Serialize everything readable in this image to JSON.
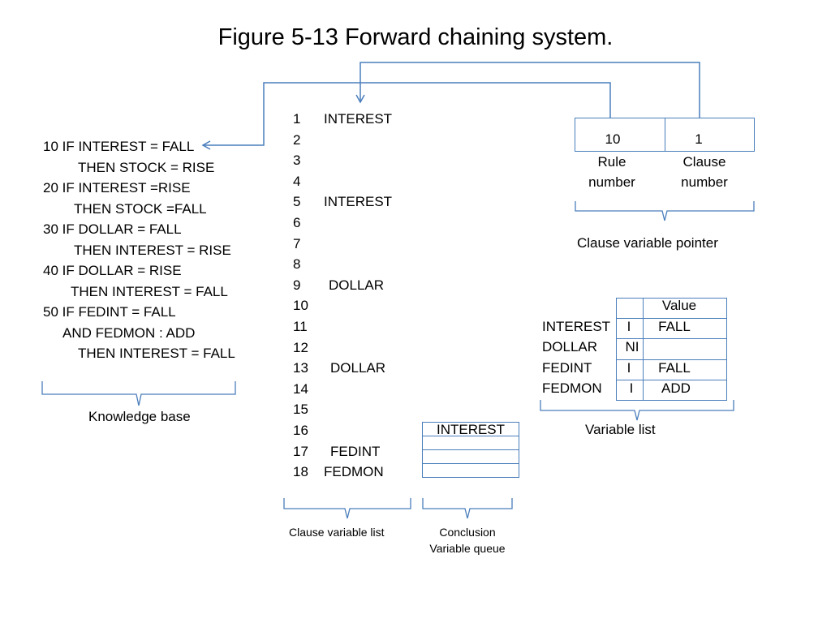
{
  "title": "Figure 5-13 Forward chaining system.",
  "knowledge_base": {
    "lines": [
      "10 IF INTEREST = FALL",
      "THEN STOCK = RISE",
      "20 IF INTEREST =RISE",
      "THEN STOCK =FALL",
      "30 IF DOLLAR = FALL",
      "THEN INTEREST = RISE",
      "40 IF DOLLAR = RISE",
      "THEN INTEREST = FALL",
      "50 IF FEDINT = FALL",
      "AND FEDMON : ADD",
      "THEN INTEREST = FALL"
    ],
    "label": "Knowledge base"
  },
  "clause_variable_list": {
    "rows": [
      {
        "n": "1",
        "v": "INTEREST"
      },
      {
        "n": "2",
        "v": ""
      },
      {
        "n": "3",
        "v": ""
      },
      {
        "n": "4",
        "v": ""
      },
      {
        "n": "5",
        "v": "INTEREST"
      },
      {
        "n": "6",
        "v": ""
      },
      {
        "n": "7",
        "v": ""
      },
      {
        "n": "8",
        "v": ""
      },
      {
        "n": "9",
        "v": "DOLLAR"
      },
      {
        "n": "10",
        "v": ""
      },
      {
        "n": "11",
        "v": ""
      },
      {
        "n": "12",
        "v": ""
      },
      {
        "n": "13",
        "v": "DOLLAR"
      },
      {
        "n": "14",
        "v": ""
      },
      {
        "n": "15",
        "v": ""
      },
      {
        "n": "16",
        "v": ""
      },
      {
        "n": "17",
        "v": "FEDINT"
      },
      {
        "n": "18",
        "v": "FEDMON"
      }
    ],
    "label": "Clause variable list"
  },
  "conclusion_queue": {
    "items": [
      "INTEREST",
      "",
      "",
      ""
    ],
    "label_line1": "Conclusion",
    "label_line2": "Variable queue"
  },
  "clause_variable_pointer": {
    "rule_number": "10",
    "clause_number": "1",
    "rule_label_1": "Rule",
    "rule_label_2": "number",
    "clause_label_1": "Clause",
    "clause_label_2": "number",
    "label": "Clause variable pointer"
  },
  "variable_list": {
    "header_value": "Value",
    "rows": [
      {
        "name": "INTEREST",
        "status": "I",
        "value": "FALL"
      },
      {
        "name": "DOLLAR",
        "status": "NI",
        "value": ""
      },
      {
        "name": "FEDINT",
        "status": "I",
        "value": "FALL"
      },
      {
        "name": "FEDMON",
        "status": "I",
        "value": "ADD"
      }
    ],
    "label": "Variable list"
  },
  "colors": {
    "line": "#4a7ebb"
  }
}
